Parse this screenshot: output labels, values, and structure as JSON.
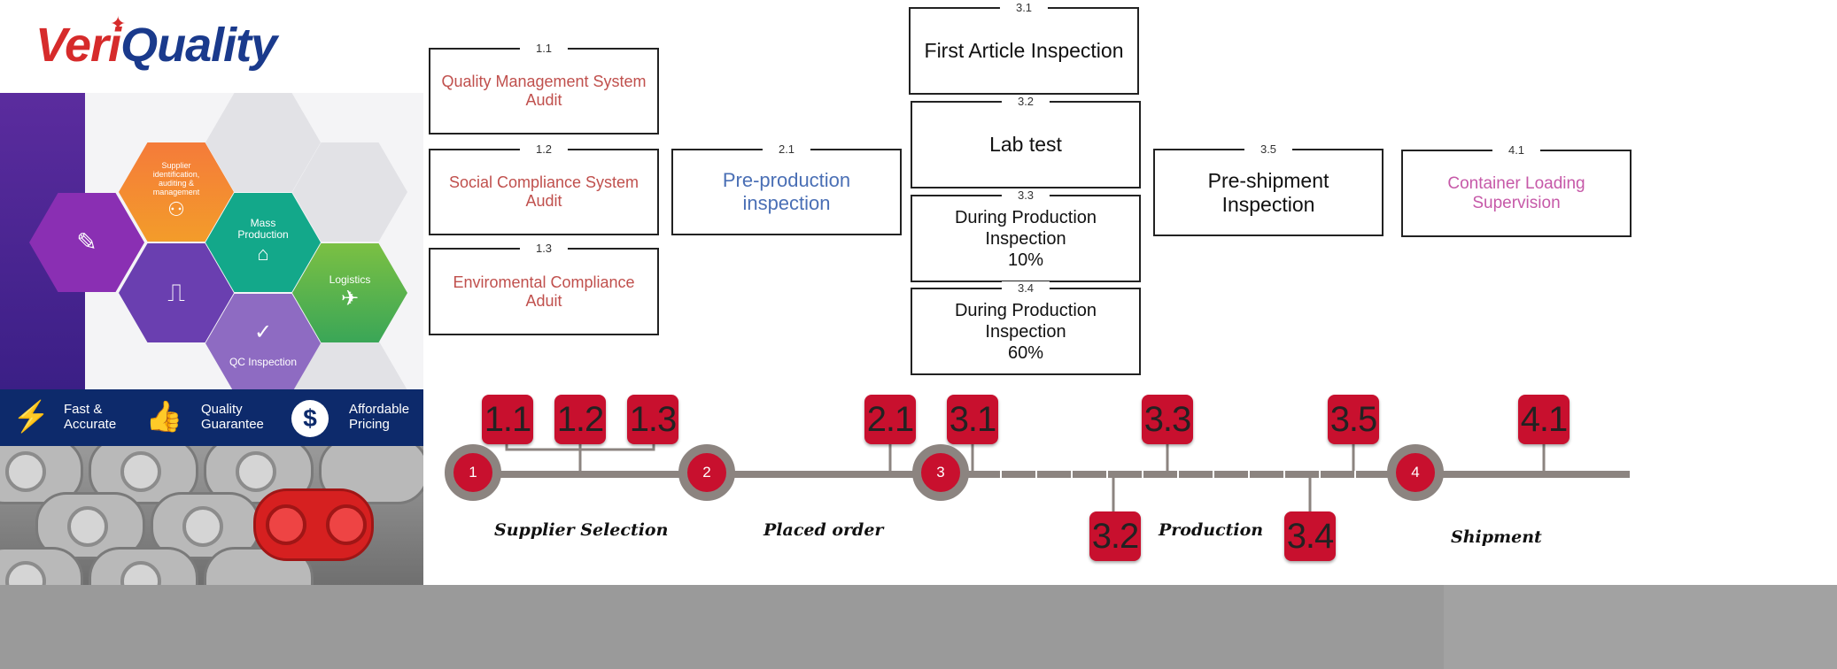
{
  "brand": {
    "name_prefix": "Veri",
    "name_suffix": "Quality"
  },
  "hexagons": {
    "supplier": "Supplier identification, auditing & management",
    "mass_production": "Mass Production",
    "logistics": "Logistics",
    "qc_inspection": "QC Inspection"
  },
  "features": [
    {
      "label_line1": "Fast &",
      "label_line2": "Accurate",
      "icon": "lightning-icon"
    },
    {
      "label_line1": "Quality",
      "label_line2": "Guarantee",
      "icon": "thumbs-up-icon"
    },
    {
      "label_line1": "Affordable",
      "label_line2": "Pricing",
      "icon": "dollar-icon"
    }
  ],
  "inspections": {
    "i1_1": {
      "code": "1.1",
      "title": "Quality Management System Audit"
    },
    "i1_2": {
      "code": "1.2",
      "title": "Social Compliance System Audit"
    },
    "i1_3": {
      "code": "1.3",
      "title": "Enviromental Compliance Aduit"
    },
    "i2_1": {
      "code": "2.1",
      "title": "Pre-production inspection"
    },
    "i3_1": {
      "code": "3.1",
      "title": "First Article Inspection"
    },
    "i3_2": {
      "code": "3.2",
      "title": "Lab test"
    },
    "i3_3": {
      "code": "3.3",
      "title_line1": "During Production Inspection",
      "title_line2": "10%"
    },
    "i3_4": {
      "code": "3.4",
      "title_line1": "During Production Inspection",
      "title_line2": "60%"
    },
    "i3_5": {
      "code": "3.5",
      "title": "Pre-shipment Inspection"
    },
    "i4_1": {
      "code": "4.1",
      "title": "Container Loading Supervision"
    }
  },
  "timeline": {
    "badges": {
      "b1_1": "1.1",
      "b1_2": "1.2",
      "b1_3": "1.3",
      "b2_1": "2.1",
      "b3_1": "3.1",
      "b3_2": "3.2",
      "b3_3": "3.3",
      "b3_4": "3.4",
      "b3_5": "3.5",
      "b4_1": "4.1"
    },
    "nodes": {
      "n1": "1",
      "n2": "2",
      "n3": "3",
      "n4": "4"
    },
    "stages": {
      "s1": "Supplier Selection",
      "s2": "Placed order",
      "s3": "Production",
      "s4": "Shipment"
    }
  },
  "colors": {
    "badge_red": "#c8102e",
    "audit_red": "#c0504d",
    "preproduction_blue": "#4a6fb5",
    "loading_pink": "#c659a8",
    "brand_navy": "#1a3a8c"
  }
}
